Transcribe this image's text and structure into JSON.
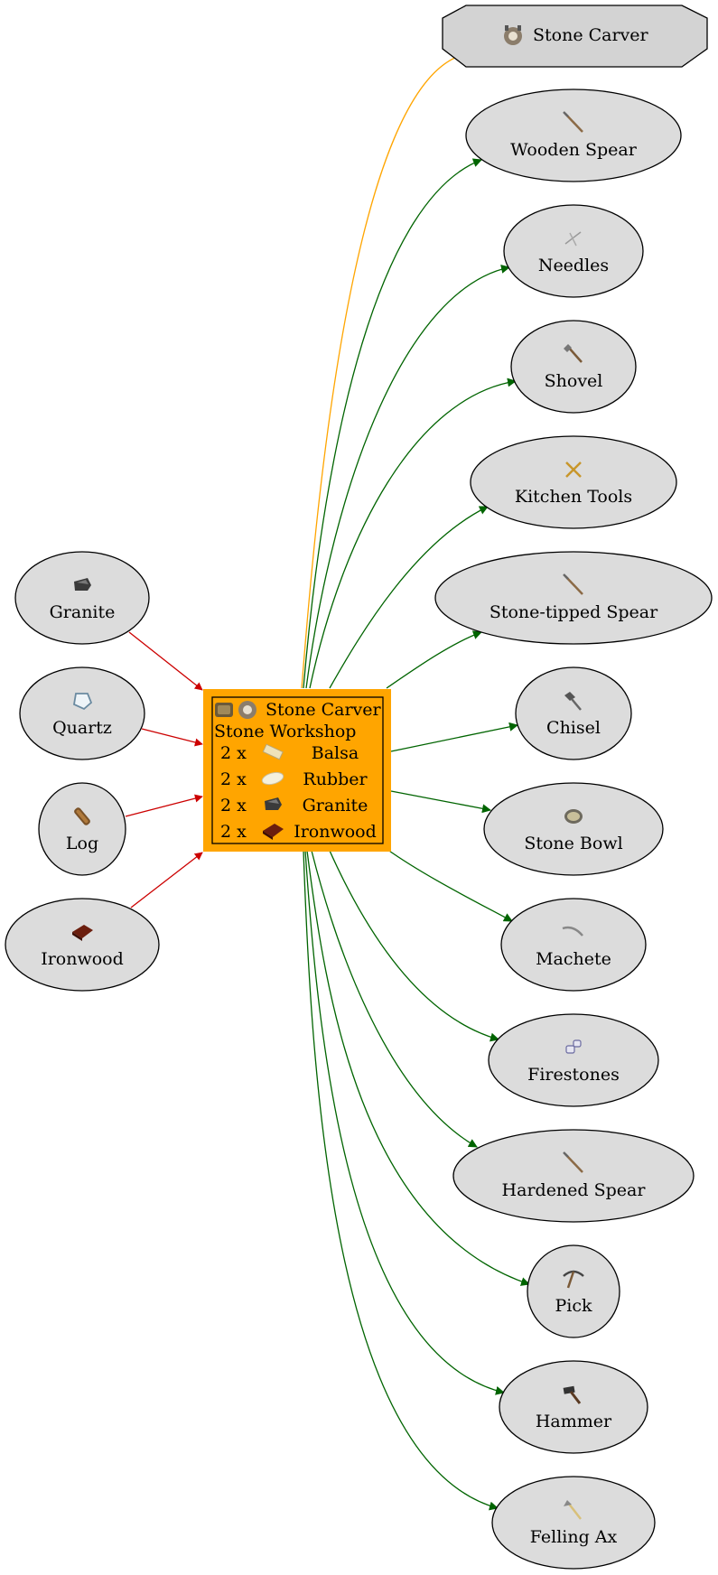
{
  "colors": {
    "node_fill": "#dcdcdc",
    "center_fill": "#ffa500",
    "input_edge": "#cc0000",
    "output_edge": "#006400",
    "station_edge": "#ffa500",
    "station_fill": "#d3d3d3"
  },
  "station": {
    "label": "Stone Carver",
    "icon": "stone-carver-icon"
  },
  "center": {
    "title": "Stone Carver",
    "subtitle": "Stone Workshop",
    "rows": [
      {
        "qty": "2 x",
        "name": "Balsa",
        "icon": "balsa-icon"
      },
      {
        "qty": "2 x",
        "name": "Rubber",
        "icon": "rubber-icon"
      },
      {
        "qty": "2 x",
        "name": "Granite",
        "icon": "granite-icon"
      },
      {
        "qty": "2 x",
        "name": "Ironwood",
        "icon": "ironwood-icon"
      }
    ]
  },
  "inputs": [
    {
      "label": "Granite",
      "icon": "granite-icon"
    },
    {
      "label": "Quartz",
      "icon": "quartz-icon"
    },
    {
      "label": "Log",
      "icon": "log-icon"
    },
    {
      "label": "Ironwood",
      "icon": "ironwood-icon"
    }
  ],
  "outputs": [
    {
      "label": "Wooden Spear",
      "icon": "spear-icon"
    },
    {
      "label": "Needles",
      "icon": "needles-icon"
    },
    {
      "label": "Shovel",
      "icon": "shovel-icon"
    },
    {
      "label": "Kitchen Tools",
      "icon": "kitchen-tools-icon"
    },
    {
      "label": "Stone-tipped Spear",
      "icon": "spear-icon"
    },
    {
      "label": "Chisel",
      "icon": "chisel-icon"
    },
    {
      "label": "Stone Bowl",
      "icon": "bowl-icon"
    },
    {
      "label": "Machete",
      "icon": "machete-icon"
    },
    {
      "label": "Firestones",
      "icon": "firestones-icon"
    },
    {
      "label": "Hardened Spear",
      "icon": "spear-icon"
    },
    {
      "label": "Pick",
      "icon": "pick-icon"
    },
    {
      "label": "Hammer",
      "icon": "hammer-icon"
    },
    {
      "label": "Felling Ax",
      "icon": "axe-icon"
    }
  ]
}
